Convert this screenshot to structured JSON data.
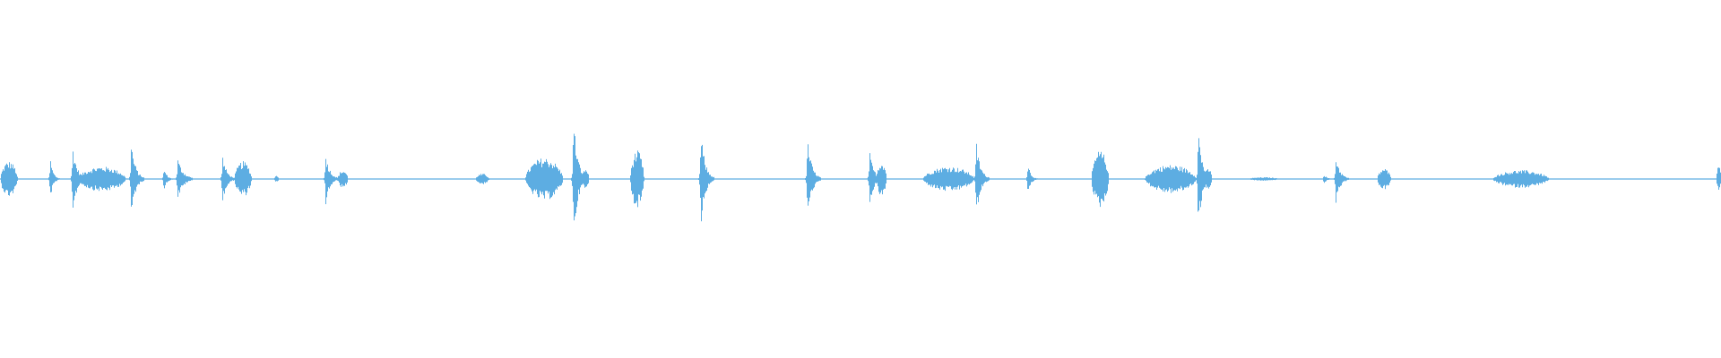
{
  "waveform": {
    "color": "#5dade2",
    "background": "#ffffff",
    "amplitude_scale": 1.0,
    "events": [
      {
        "t": 0.0,
        "width": 0.01,
        "peak": 0.1,
        "shape": "burst"
      },
      {
        "t": 0.029,
        "width": 0.002,
        "peak": 0.12,
        "shape": "spike"
      },
      {
        "t": 0.042,
        "width": 0.003,
        "peak": 0.2,
        "shape": "spike"
      },
      {
        "t": 0.045,
        "width": 0.028,
        "peak": 0.07,
        "shape": "burst"
      },
      {
        "t": 0.076,
        "width": 0.003,
        "peak": 0.22,
        "shape": "spike"
      },
      {
        "t": 0.095,
        "width": 0.002,
        "peak": 0.07,
        "shape": "spike"
      },
      {
        "t": 0.103,
        "width": 0.004,
        "peak": 0.12,
        "shape": "spike"
      },
      {
        "t": 0.129,
        "width": 0.003,
        "peak": 0.14,
        "shape": "spike"
      },
      {
        "t": 0.136,
        "width": 0.01,
        "peak": 0.1,
        "shape": "burst"
      },
      {
        "t": 0.159,
        "width": 0.003,
        "peak": 0.02,
        "shape": "burst"
      },
      {
        "t": 0.189,
        "width": 0.003,
        "peak": 0.15,
        "shape": "spike"
      },
      {
        "t": 0.196,
        "width": 0.006,
        "peak": 0.05,
        "shape": "burst"
      },
      {
        "t": 0.276,
        "width": 0.008,
        "peak": 0.03,
        "shape": "burst"
      },
      {
        "t": 0.305,
        "width": 0.022,
        "peak": 0.12,
        "shape": "burst"
      },
      {
        "t": 0.333,
        "width": 0.003,
        "peak": 0.36,
        "shape": "spike"
      },
      {
        "t": 0.338,
        "width": 0.004,
        "peak": 0.06,
        "shape": "burst"
      },
      {
        "t": 0.366,
        "width": 0.008,
        "peak": 0.16,
        "shape": "burst"
      },
      {
        "t": 0.407,
        "width": 0.003,
        "peak": 0.28,
        "shape": "spike"
      },
      {
        "t": 0.469,
        "width": 0.003,
        "peak": 0.24,
        "shape": "spike"
      },
      {
        "t": 0.505,
        "width": 0.003,
        "peak": 0.16,
        "shape": "spike"
      },
      {
        "t": 0.509,
        "width": 0.006,
        "peak": 0.1,
        "shape": "burst"
      },
      {
        "t": 0.536,
        "width": 0.03,
        "peak": 0.07,
        "shape": "burst"
      },
      {
        "t": 0.567,
        "width": 0.003,
        "peak": 0.22,
        "shape": "spike"
      },
      {
        "t": 0.597,
        "width": 0.002,
        "peak": 0.1,
        "shape": "spike"
      },
      {
        "t": 0.634,
        "width": 0.01,
        "peak": 0.16,
        "shape": "burst"
      },
      {
        "t": 0.665,
        "width": 0.03,
        "peak": 0.08,
        "shape": "burst"
      },
      {
        "t": 0.696,
        "width": 0.003,
        "peak": 0.3,
        "shape": "spike"
      },
      {
        "t": 0.7,
        "width": 0.004,
        "peak": 0.06,
        "shape": "burst"
      },
      {
        "t": 0.725,
        "width": 0.018,
        "peak": 0.01,
        "shape": "burst"
      },
      {
        "t": 0.769,
        "width": 0.002,
        "peak": 0.03,
        "shape": "spike"
      },
      {
        "t": 0.776,
        "width": 0.003,
        "peak": 0.14,
        "shape": "spike"
      },
      {
        "t": 0.8,
        "width": 0.008,
        "peak": 0.06,
        "shape": "burst"
      },
      {
        "t": 0.867,
        "width": 0.033,
        "peak": 0.05,
        "shape": "burst"
      },
      {
        "t": 0.997,
        "width": 0.003,
        "peak": 0.07,
        "shape": "burst"
      }
    ]
  }
}
